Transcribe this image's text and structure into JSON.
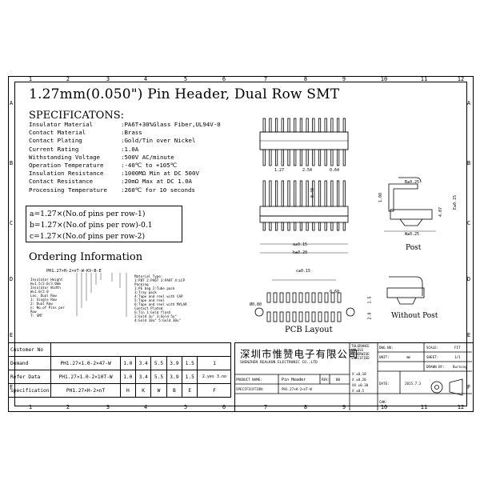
{
  "title": "1.27mm(0.050\") Pin Header, Dual Row SMT",
  "spec_heading": "SPECIFICATONS:",
  "specs": [
    {
      "k": "Insulator Material",
      "v": ":PA6T+30%Glass Fiber,UL94V-0"
    },
    {
      "k": "Contact Material",
      "v": ":Brass"
    },
    {
      "k": "Contact Plating",
      "v": ":Gold/Tin over Nickel"
    },
    {
      "k": "Current Rating",
      "v": ":1.0A"
    },
    {
      "k": "Withstanding Voltage",
      "v": ":500V AC/minute"
    },
    {
      "k": "Operation Temperature",
      "v": ":-40℃ to +105℃"
    },
    {
      "k": "Insulation Resistance",
      "v": ":1000MΩ Min at DC 500V"
    },
    {
      "k": "Contact Resistance",
      "v": ":20mΩ Max at DC 1.0A"
    },
    {
      "k": "Processing Temperature",
      "v": ":260℃ for 10 seconds"
    }
  ],
  "formulas": [
    "a=1.27×(No.of pins per row-1)",
    "b=1.27×(No.of pins per row)-0.1",
    "c=1.27×(No.of pins per row-2)"
  ],
  "ordering_heading": "Ordering Information",
  "part_number_template": "PH1.27×H-2×nT-W-KV-B-E",
  "ordering_notes_left": [
    "Insulator Height",
    "H=1.5/2.0/3.0mm",
    "Insulator Width",
    "W=1.0/2.0",
    "Loc. Dual Row",
    "1: Single Row",
    "2: Dual Row",
    "n: No.of Pins per",
    "Row",
    "T: SMT"
  ],
  "ordering_notes_right": [
    "Material Type:",
    "1:PBT 2:PA6T 3:PA9T 4:LCP",
    "Packing",
    "1:PE bag 2:Tube pack",
    "3:Tray pack",
    "4:Tape and reel with CAP",
    "5:Tape and reel",
    "6:Tape and reel with MYLAR",
    "Contact Plated",
    "G:Tin 1:Gold flash",
    "2:Gold 3u\" 3:Gold 5u\"",
    "4:Gold 10u\" 5:Gold 30u\""
  ],
  "col_numbers": [
    "1",
    "2",
    "3",
    "4",
    "5",
    "6",
    "7",
    "8",
    "9",
    "10",
    "11",
    "12"
  ],
  "row_letters": [
    "A",
    "B",
    "C",
    "D",
    "E",
    "F"
  ],
  "bom": {
    "header": "Customer No",
    "rows": [
      {
        "label": "Demand",
        "part": "PH1.27×1.0-2×47-W",
        "h": "1.0",
        "k": "3.4",
        "w": "5.5",
        "b": "3.9",
        "e": "1.5",
        "extra": "1"
      },
      {
        "label": "Refer Data",
        "part": "PH1.27×1.0-2×10T-W",
        "h": "1.0",
        "k": "3.4",
        "w": "5.5",
        "b": "3.9",
        "e": "1.5",
        "extra": "2.yes 3.no"
      },
      {
        "label": "Specification",
        "part": "PH1.27×H-2×nT",
        "h": "H",
        "k": "K",
        "w": "W",
        "b": "B",
        "e": "E",
        "extra": "F"
      }
    ]
  },
  "company_cn": "深圳市惟赞电子有限公司",
  "company_en": "SHENZHEN REALKUN ELECTRONIC CO.,LTD",
  "titleblock": {
    "tolerance": "TOLERANCE UNLESS OTHERWISE SPECIFIED",
    "dwg_no": "DWG NO:",
    "scale": "SCALE:",
    "scale_val": "FIT",
    "unit": "UNIT:",
    "unit_val": "mm",
    "sheet": "SHEET:",
    "sheet_val": "1/1",
    "drawn_by": "DRAWN BY:",
    "drawn_val": "Burning",
    "product": "PRODUCT NAME:",
    "product_val": "Pin Header",
    "rev": "REV:",
    "rev_val": "B0",
    "date": "DATE:",
    "date_val": "2015.7.3",
    "spec": "SPECIFICATION:",
    "spec_val": "PH1.27×H-2×nT-W",
    "chk": "CHK:",
    "tol": [
      "X  ±0.10",
      "X  ±0.20",
      "XX  ±0.30",
      "X  ±0.5"
    ]
  },
  "views": {
    "side": "Post",
    "pcb": "PCB Layout",
    "nopost": "Without Post"
  },
  "dims": {
    "d1": "1.27",
    "d2": "2.54",
    "d3": "0.64",
    "d4": "a±0.15",
    "d5": "b±0.20",
    "d6": "c±0.15",
    "d7": "B±0.25",
    "d8": "W±0.25",
    "d9": "E±0.15",
    "d10": "Ø0.80",
    "d11": "0.60",
    "d12": "0.40",
    "d13": "4.07",
    "d14": "1.08",
    "d15": "1.5",
    "d16": "2.8"
  }
}
